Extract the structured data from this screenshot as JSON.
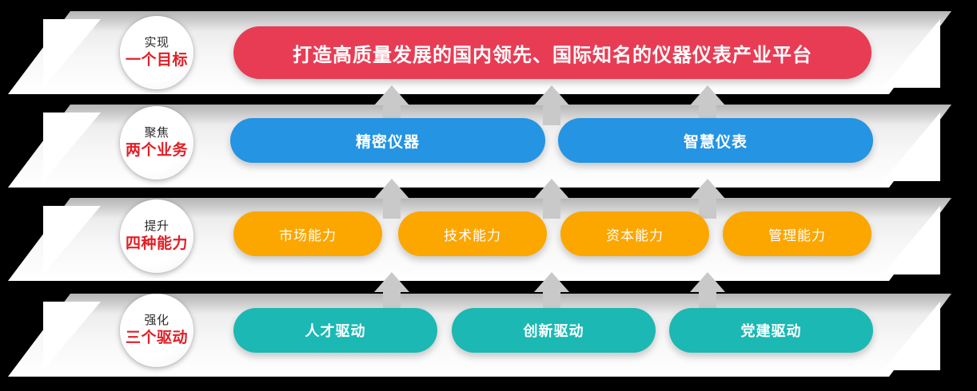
{
  "background_color": "#000000",
  "palette": {
    "goal_red": "#e83c55",
    "business_blue": "#2494e3",
    "capability_orange": "#fca600",
    "driver_teal": "#1cb8b3",
    "badge_emphasis_red": "#e01f26",
    "band_gray": "#e8e8e8",
    "arrow_gray": "#c8c8c8"
  },
  "rows": [
    {
      "badge": {
        "line1": "实现",
        "line2": "一个目标"
      },
      "items": [
        {
          "label": "打造高质量发展的国内领先、国际知名的仪器仪表产业平台"
        }
      ]
    },
    {
      "badge": {
        "line1": "聚焦",
        "line2": "两个业务"
      },
      "items": [
        {
          "label": "精密仪器"
        },
        {
          "label": "智慧仪表"
        }
      ]
    },
    {
      "badge": {
        "line1": "提升",
        "line2": "四种能力"
      },
      "items": [
        {
          "label": "市场能力"
        },
        {
          "label": "技术能力"
        },
        {
          "label": "资本能力"
        },
        {
          "label": "管理能力"
        }
      ]
    },
    {
      "badge": {
        "line1": "强化",
        "line2": "三个驱动"
      },
      "items": [
        {
          "label": "人才驱动"
        },
        {
          "label": "创新驱动"
        },
        {
          "label": "党建驱动"
        }
      ]
    }
  ],
  "connectors": {
    "icon": "arrow-up-icon",
    "count_per_gap": 3,
    "gaps": 3
  }
}
